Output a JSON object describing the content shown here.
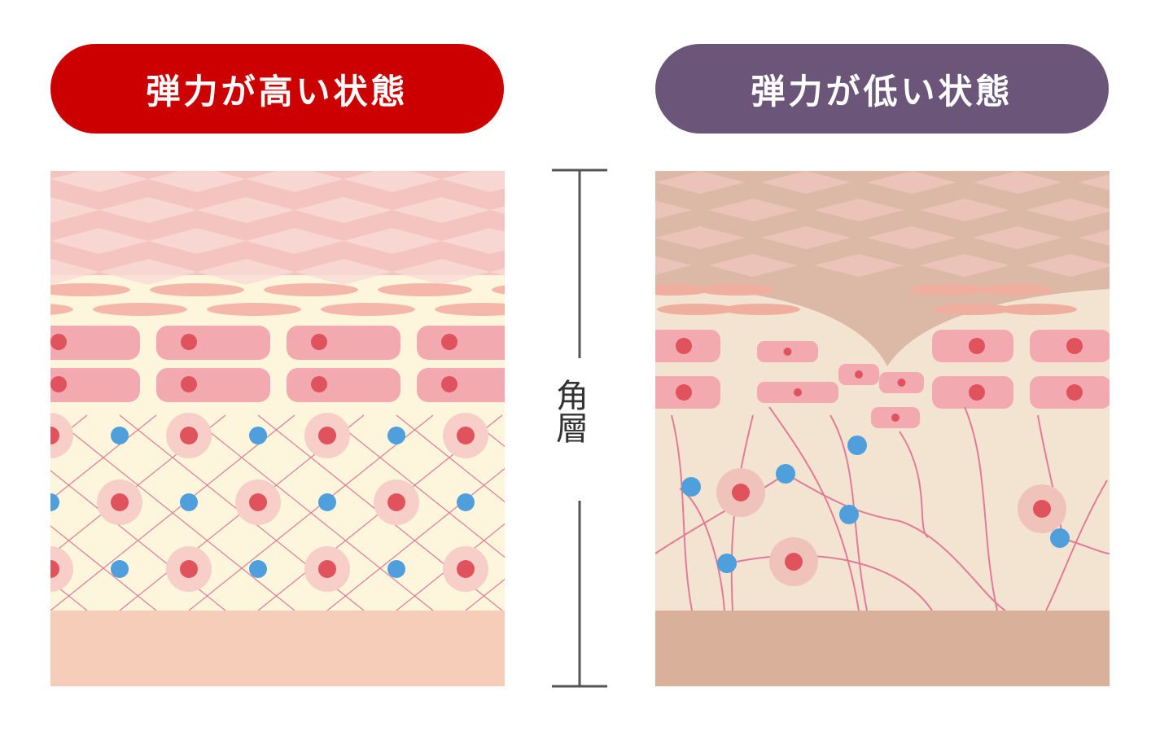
{
  "labels": {
    "high": "弾力が高い状態",
    "low": "弾力が低い状態",
    "layer": "角層"
  },
  "colors": {
    "high_pill": "#cc0000",
    "low_pill": "#6b567a",
    "stratum": "#f4c4c0",
    "matrix_high": "#fdf5dc",
    "matrix_low": "#f3e4d2",
    "cell": "#f2a9b0",
    "nucleus": "#e0535c",
    "fiber": "#e37a98",
    "node": "#4f9fdc",
    "base": "#f6cdb8"
  }
}
